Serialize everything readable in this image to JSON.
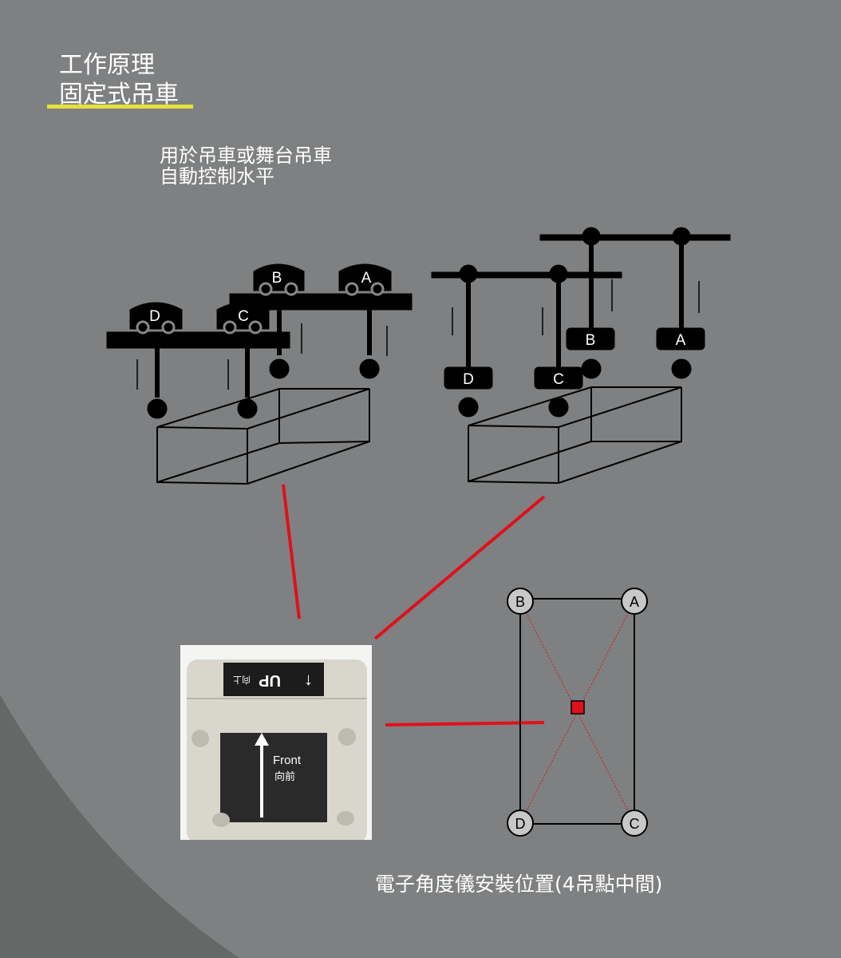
{
  "header": {
    "title_line1": "工作原理",
    "title_line2": "固定式吊車",
    "accent": "#e6e23a"
  },
  "description": {
    "line1": "用於吊車或舞台吊車",
    "line2": "自動控制水平"
  },
  "points": {
    "a": "A",
    "b": "B",
    "c": "C",
    "d": "D"
  },
  "photo": {
    "top_label": "UP",
    "top_label_cn": "向上",
    "front_label": "Front",
    "front_label_cn": "向前"
  },
  "caption": "電子角度儀安裝位置(4吊點中間)",
  "colors": {
    "background": "#7f8081",
    "connector": "#e0101a",
    "sensor": "#e0101a"
  }
}
